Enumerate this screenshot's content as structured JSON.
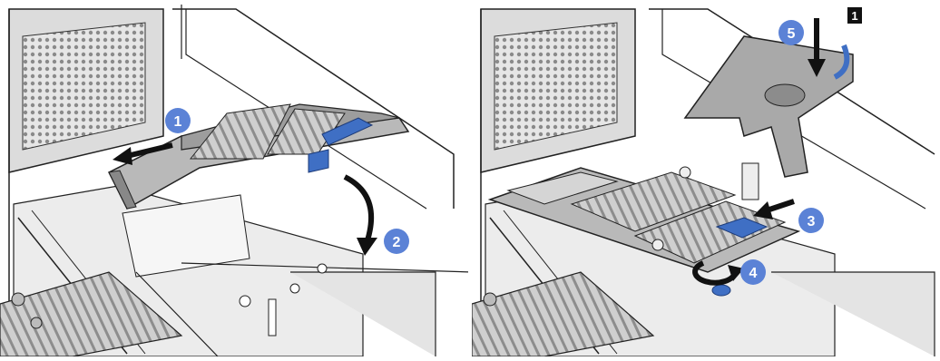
{
  "steps": [
    {
      "number": "1",
      "label": "1"
    },
    {
      "number": "2",
      "label": "2"
    },
    {
      "number": "3",
      "label": "3"
    },
    {
      "number": "4",
      "label": "4"
    },
    {
      "number": "5",
      "label": "5"
    }
  ],
  "callout": {
    "label": "1"
  },
  "colors": {
    "step_badge": "#5b82d6",
    "callout_badge": "#111111",
    "metal_light": "#d9d9d9",
    "metal_mid": "#a9a9a9",
    "metal_dark": "#5c5c5c",
    "line": "#222222",
    "latch_blue": "#3f6fc4"
  }
}
